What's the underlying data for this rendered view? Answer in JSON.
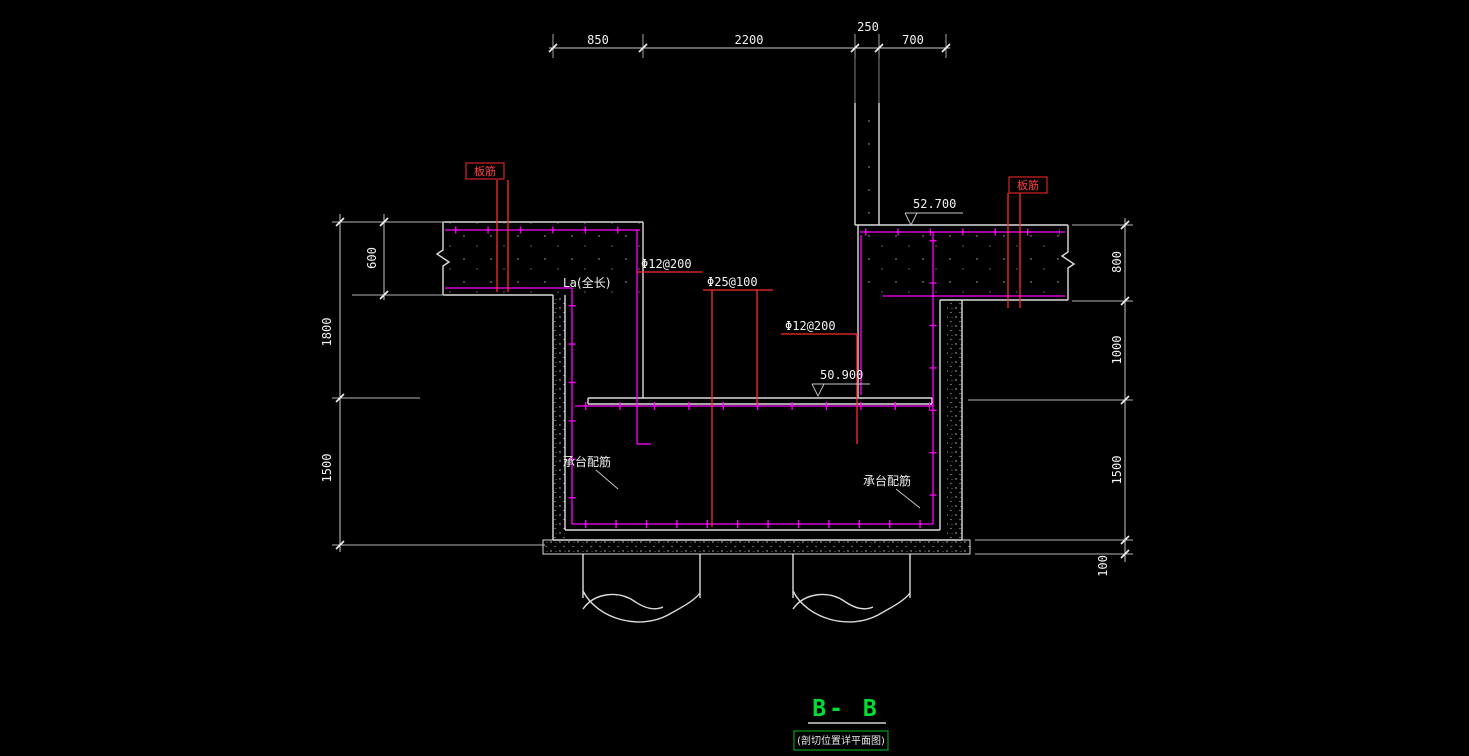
{
  "colors": {
    "background": "#000000",
    "outline": "#dcdcdc",
    "rebar_magenta": "#ff00ff",
    "rebar_red": "#ff2a2a",
    "dimension_text": "#f2f2f2",
    "title_green": "#00dd33"
  },
  "dimensions": {
    "top": [
      "850",
      "2200",
      "250",
      "700"
    ],
    "left": [
      "600",
      "1800",
      "1500"
    ],
    "right": [
      "800",
      "1000",
      "1500",
      "100"
    ]
  },
  "annotations": {
    "slab_rebar_left": "板筋",
    "slab_rebar_right": "板筋",
    "top_bar_note": "Φ12@200",
    "main_bar_note": "Φ25@100",
    "mid_bar_note": "Φ12@200",
    "anchor_note": "La(全长)",
    "elevation_top": "52.700",
    "elevation_mid": "50.900",
    "cap_rebar_left": "承台配筋",
    "cap_rebar_right": "承台配筋"
  },
  "title": {
    "text": "B- B",
    "subtitle": "(剖切位置详平面图)"
  }
}
